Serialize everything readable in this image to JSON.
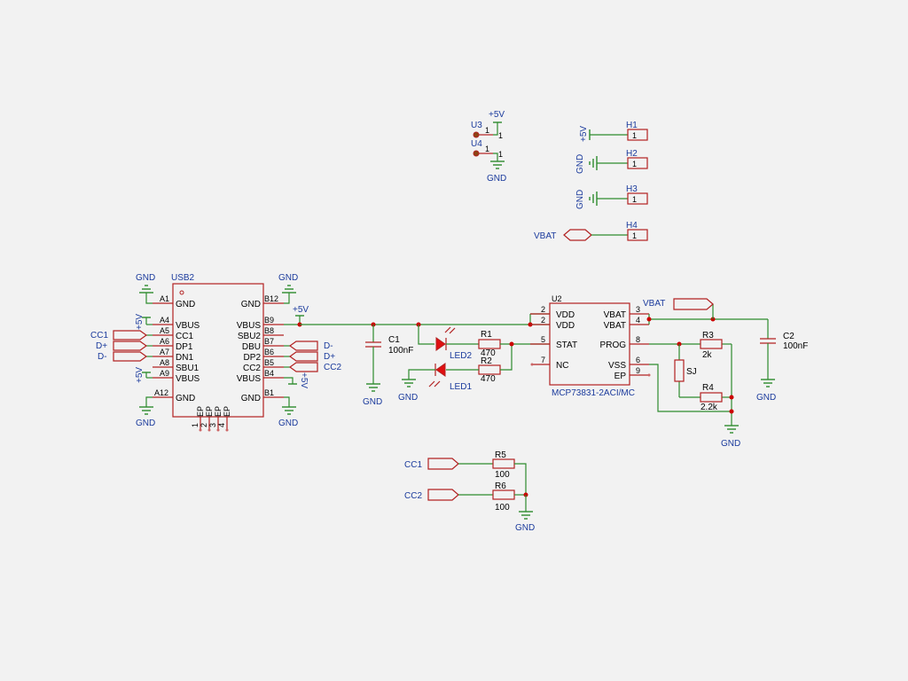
{
  "colors": {
    "background": "#f2f2f2",
    "symbol": "#b22222",
    "wire": "#2e8b2e",
    "junction": "#cc0000",
    "label": "#1a3a9c"
  },
  "nets": {
    "gnd": "GND",
    "v5": "+5V",
    "vbat": "VBAT",
    "cc1": "CC1",
    "cc2": "CC2",
    "dp": "D+",
    "dm": "D-"
  },
  "usb": {
    "ref": "USB2",
    "left_pins": [
      {
        "num": "A1",
        "name": "GND"
      },
      {
        "num": "A4",
        "name": "VBUS"
      },
      {
        "num": "A5",
        "name": "CC1"
      },
      {
        "num": "A6",
        "name": "DP1"
      },
      {
        "num": "A7",
        "name": "DN1"
      },
      {
        "num": "A8",
        "name": "SBU1"
      },
      {
        "num": "A9",
        "name": "VBUS"
      },
      {
        "num": "A12",
        "name": "GND"
      }
    ],
    "right_pins": [
      {
        "num": "B12",
        "name": "GND"
      },
      {
        "num": "B9",
        "name": "VBUS"
      },
      {
        "num": "B8",
        "name": "SBU2"
      },
      {
        "num": "B7",
        "name": "DBU"
      },
      {
        "num": "B6",
        "name": "DP2"
      },
      {
        "num": "B5",
        "name": "CC2"
      },
      {
        "num": "B4",
        "name": "VBUS"
      },
      {
        "num": "B1",
        "name": "GND"
      }
    ],
    "ep_pins": [
      "EP",
      "EP",
      "EP",
      "EP"
    ],
    "ep_nums": [
      "1",
      "2",
      "3",
      "4"
    ]
  },
  "mcp": {
    "ref": "U2",
    "value": "MCP73831-2ACI/MC",
    "left_pins": [
      {
        "num": "2",
        "name": "VDD"
      },
      {
        "num": "2",
        "name": "VDD"
      },
      {
        "num": "5",
        "name": "STAT"
      },
      {
        "num": "7",
        "name": "NC"
      }
    ],
    "right_pins": [
      {
        "num": "3",
        "name": "VBAT"
      },
      {
        "num": "4",
        "name": "VBAT"
      },
      {
        "num": "8",
        "name": "PROG"
      },
      {
        "num": "6",
        "name": "VSS"
      },
      {
        "num": "9",
        "name": "EP"
      }
    ]
  },
  "parts": {
    "c1": {
      "ref": "C1",
      "value": "100nF"
    },
    "c2": {
      "ref": "C2",
      "value": "100nF"
    },
    "r1": {
      "ref": "R1",
      "value": "470"
    },
    "r2": {
      "ref": "R2",
      "value": "470"
    },
    "r3": {
      "ref": "R3",
      "value": "2k"
    },
    "r4": {
      "ref": "R4",
      "value": "2.2k"
    },
    "r5": {
      "ref": "R5",
      "value": "100"
    },
    "r6": {
      "ref": "R6",
      "value": "100"
    },
    "sj": {
      "ref": "SJ"
    },
    "led1": {
      "ref": "LED1"
    },
    "led2": {
      "ref": "LED2"
    }
  },
  "testpoints": [
    {
      "ref": "U3",
      "pin": "1"
    },
    {
      "ref": "U4",
      "pin": "1"
    }
  ],
  "headers": [
    {
      "ref": "H1",
      "pin": "1"
    },
    {
      "ref": "H2",
      "pin": "1"
    },
    {
      "ref": "H3",
      "pin": "1"
    },
    {
      "ref": "H4",
      "pin": "1"
    }
  ]
}
